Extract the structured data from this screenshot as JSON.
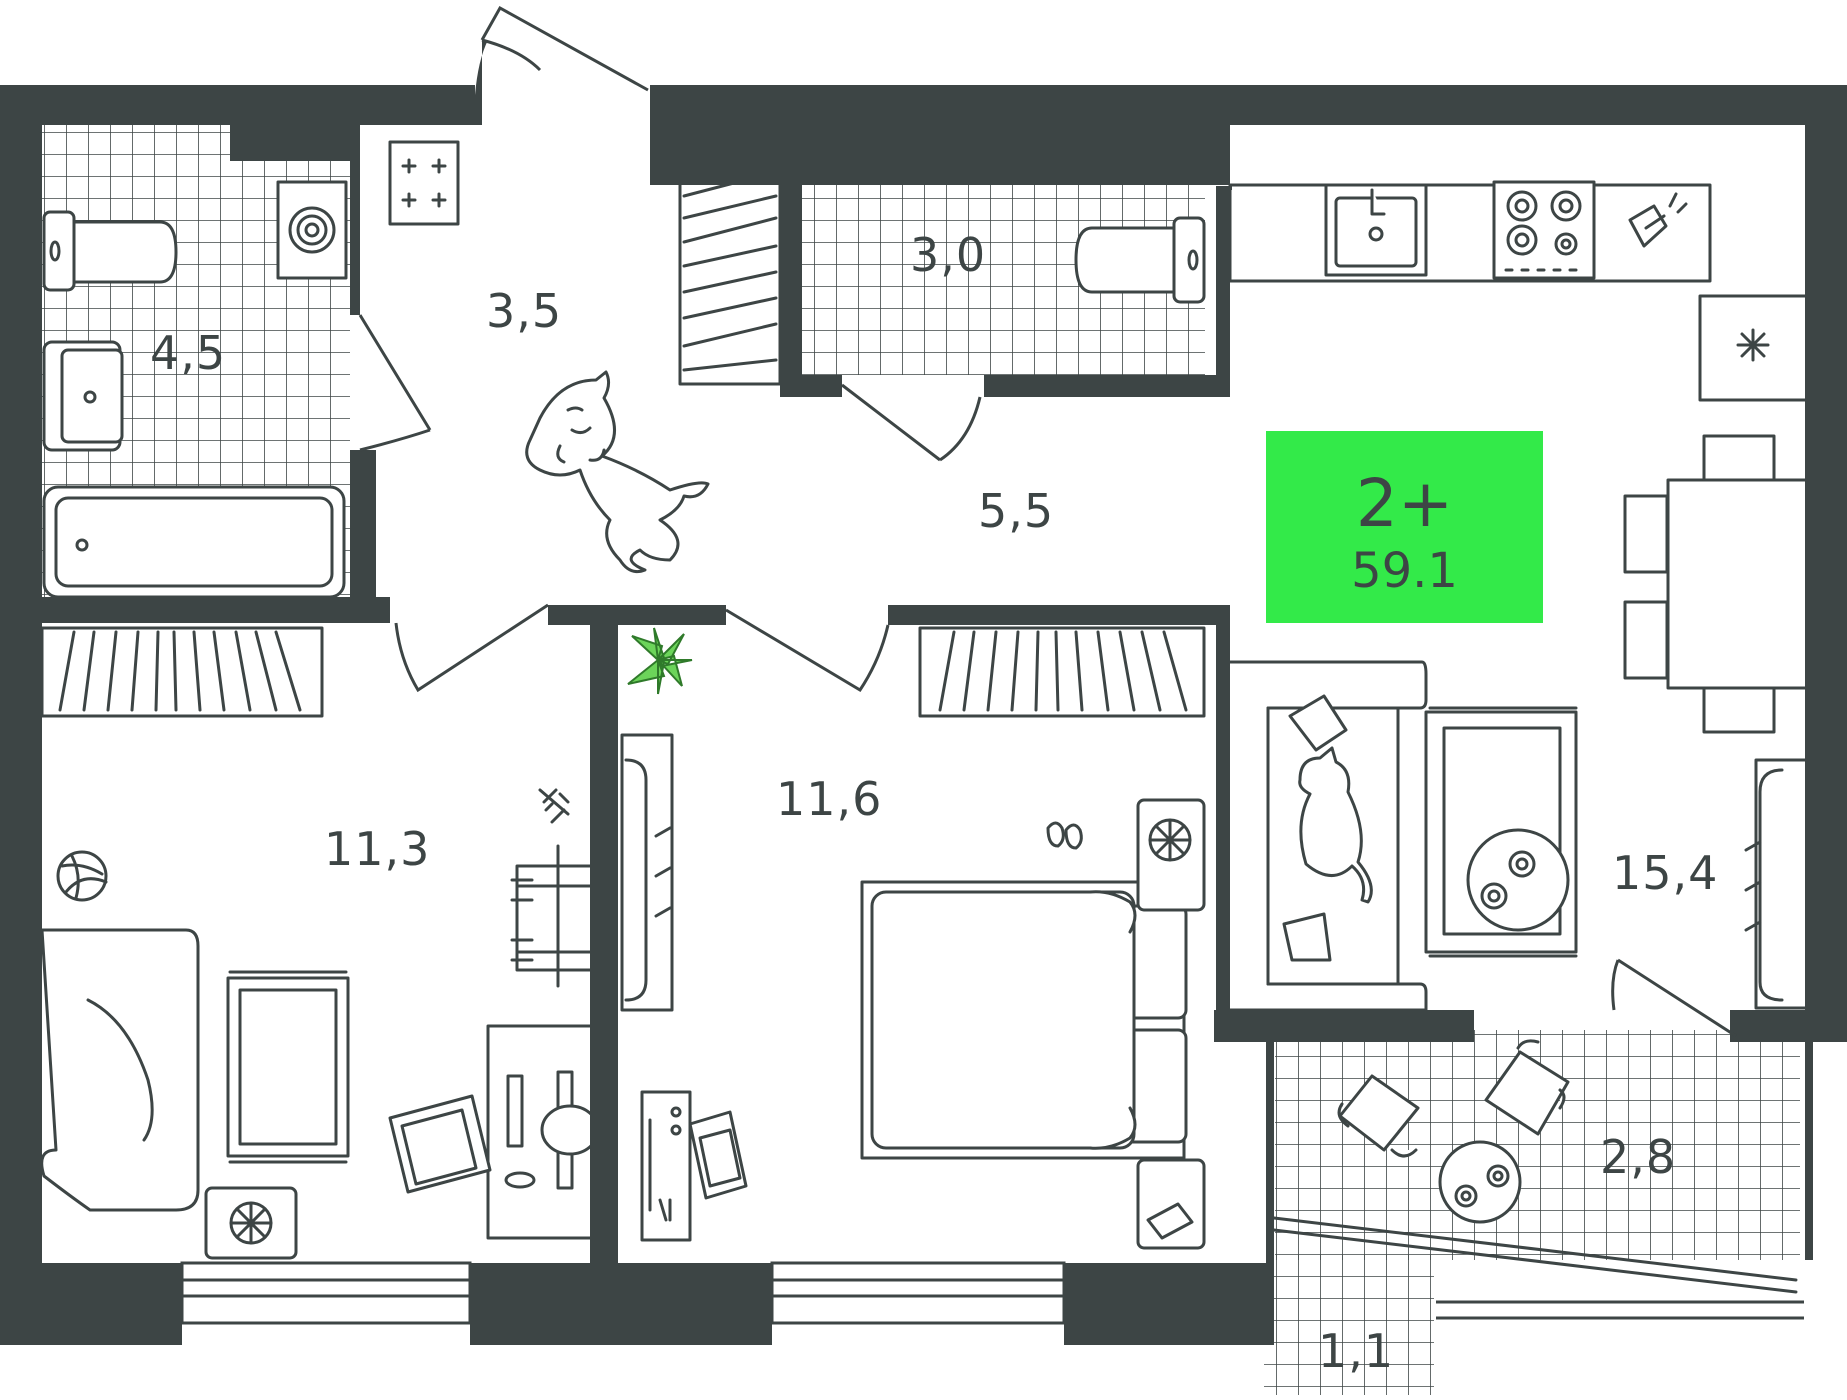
{
  "plan": {
    "badge": {
      "rooms": "2+",
      "area": "59.1",
      "color": "#33ea49"
    },
    "wall_color": "#3d4545",
    "plant_color": "#6cd45a",
    "rooms": [
      {
        "id": "bathroom-1",
        "area": "4,5"
      },
      {
        "id": "hallway",
        "area": "3,5"
      },
      {
        "id": "bathroom-2",
        "area": "3,0"
      },
      {
        "id": "corridor",
        "area": "5,5"
      },
      {
        "id": "bedroom-1",
        "area": "11,3"
      },
      {
        "id": "bedroom-2",
        "area": "11,6"
      },
      {
        "id": "kitchen-living",
        "area": "15,4"
      },
      {
        "id": "balcony-1",
        "area": "2,8"
      },
      {
        "id": "balcony-2",
        "area": "1,1"
      }
    ]
  }
}
